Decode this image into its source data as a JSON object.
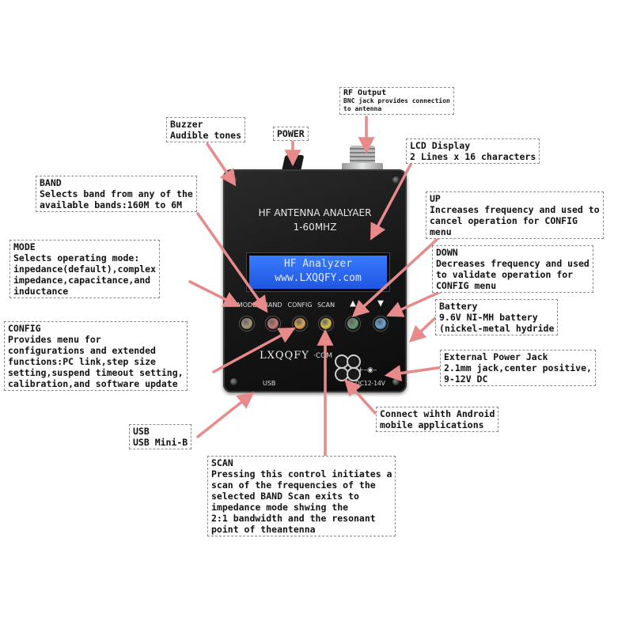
{
  "device": {
    "title": "HF ANTENNA ANALYAER",
    "subtitle": "1-60MHZ",
    "lcd_line1": "HF  Analyzer",
    "lcd_line2": "www.LXQQFY.com",
    "brand": "LXQQFY",
    "brand_suffix": "·COM",
    "usb_label": "USB",
    "dc_label": "DC12-14V",
    "buttons": [
      {
        "label": "MODE",
        "color": "#a89a78"
      },
      {
        "label": "BAND",
        "color": "#c87a78"
      },
      {
        "label": "CONFIG",
        "color": "#e0a64a"
      },
      {
        "label": "SCAN",
        "color": "#d7c242"
      },
      {
        "label": "▲",
        "color": "#6a9a70"
      },
      {
        "label": "▼",
        "color": "#6aa6d8"
      }
    ]
  },
  "callouts": {
    "rf_output": {
      "title": "RF Output",
      "lines": [
        "BNC jack provides connection",
        "to antenna"
      ]
    },
    "buzzer": {
      "title": "Buzzer",
      "lines": [
        "Audible tones"
      ]
    },
    "power": {
      "title": "POWER"
    },
    "lcd": {
      "title": "LCD Display",
      "lines": [
        "2 Lines x 16 characters"
      ]
    },
    "band": {
      "title": "BAND",
      "lines": [
        "Selects band from any of the",
        "available bands:160M to 6M"
      ]
    },
    "up": {
      "title": "UP",
      "lines": [
        "Increases frequency and used to",
        "cancel operation for CONFIG",
        "menu"
      ]
    },
    "mode": {
      "title": "MODE",
      "lines": [
        "Selects operating mode:",
        "inpedance(default),complex",
        "impedance,capacitance,and",
        "inductance"
      ]
    },
    "down": {
      "title": "DOWN",
      "lines": [
        "Decreases frequency and used",
        "to validate operation for",
        "CONFIG menu"
      ]
    },
    "battery": {
      "title": "Battery",
      "lines": [
        "9.6V NI-MH battery",
        "(nickel-metal hydride"
      ]
    },
    "config": {
      "title": "CONFIG",
      "lines": [
        "Provides menu for",
        "configurations and extended",
        "functions:PC link,step size",
        "setting,suspend timeout setting,",
        "calibration,and software update"
      ]
    },
    "ext_power": {
      "title": "External Power Jack",
      "lines": [
        "2.1mm jack,center positive,",
        "9-12V DC"
      ]
    },
    "android": {
      "lines": [
        "Connect wihth Android",
        "mobile applications"
      ]
    },
    "usb": {
      "title": "USB",
      "lines": [
        "USB Mini-B"
      ]
    },
    "scan": {
      "title": "SCAN",
      "lines": [
        "Pressing this control initiates a",
        "scan of the frequencies of the",
        "selected BAND Scan exits to",
        "impedance mode shwing the",
        "2:1 bandwidth and the resonant",
        "point of theantenna"
      ]
    }
  },
  "colors": {
    "arrow": "#e98a8a",
    "lcd_bg": "#2a66f0"
  }
}
